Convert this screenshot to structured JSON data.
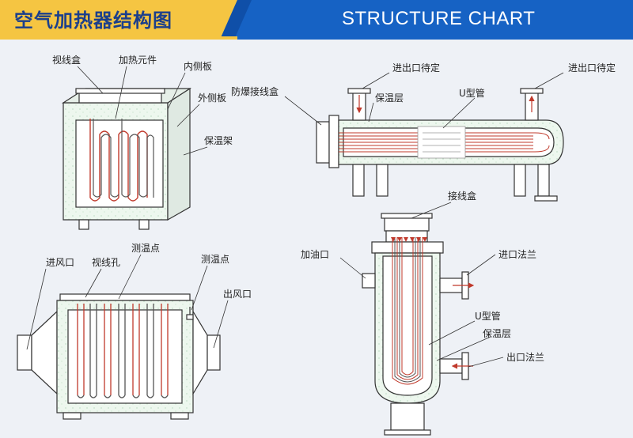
{
  "header": {
    "title_cn": "空气加热器结构图",
    "title_en": "STRUCTURE CHART",
    "colors": {
      "blue": "#1662c4",
      "yellow": "#f5c542",
      "title_text": "#1b3f8c"
    }
  },
  "diagram_box_heater": {
    "labels": {
      "sight_box": "视线盒",
      "heating_element": "加热元件",
      "inner_plate": "内侧板",
      "outer_plate": "外侧板",
      "insulation_frame": "保温架"
    }
  },
  "diagram_duct_heater": {
    "labels": {
      "air_inlet": "进风口",
      "sight_hole": "视线孔",
      "temp_point_1": "测温点",
      "temp_point_2": "测温点",
      "air_outlet": "出风口"
    }
  },
  "diagram_horizontal_heater": {
    "labels": {
      "port_left": "进出口待定",
      "port_right": "进出口待定",
      "junction_box": "防爆接线盒",
      "insulation_layer": "保温层",
      "u_tube": "U型管"
    }
  },
  "diagram_vertical_heater": {
    "labels": {
      "junction_box": "接线盒",
      "oil_inlet": "加油口",
      "inlet_flange": "进口法兰",
      "u_tube": "U型管",
      "insulation_layer": "保温层",
      "outlet_flange": "出口法兰"
    }
  }
}
